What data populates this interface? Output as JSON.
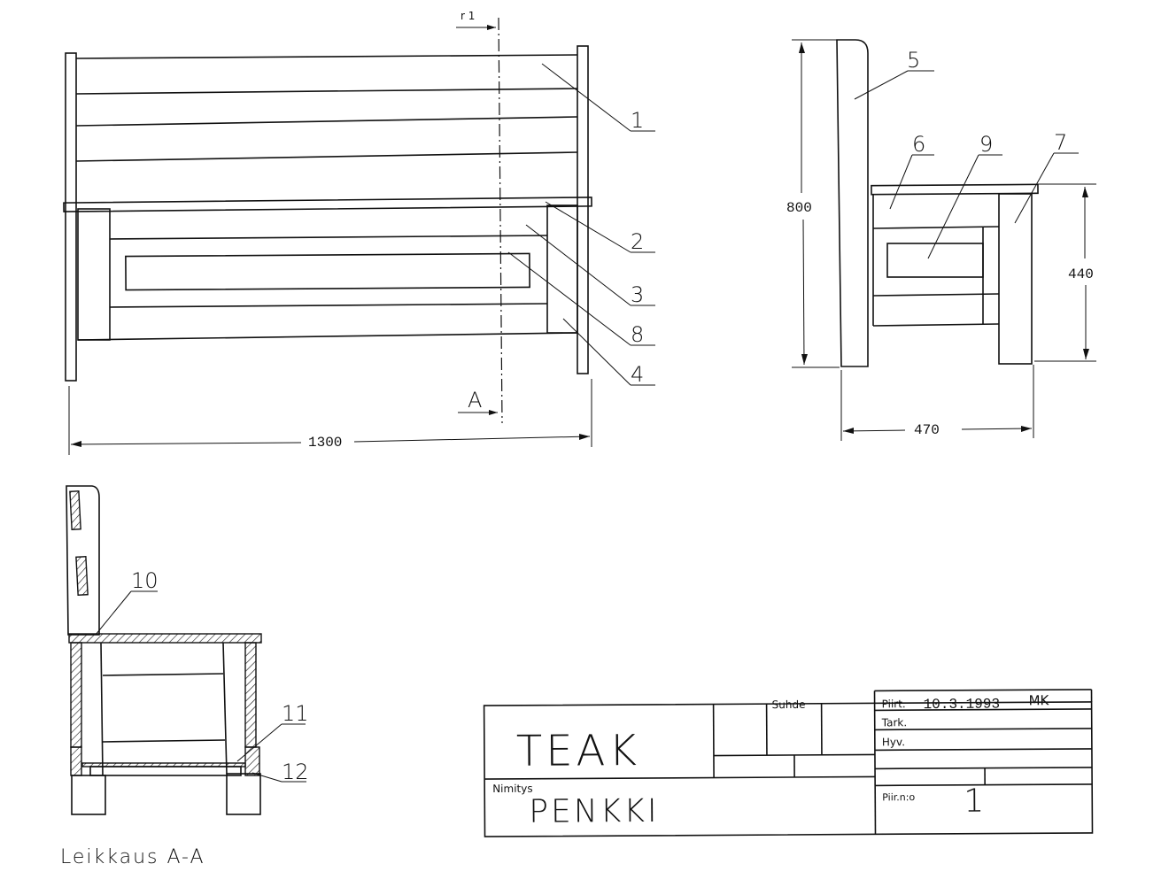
{
  "front_view": {
    "callouts": [
      "1",
      "2",
      "3",
      "8",
      "4"
    ],
    "section_marker": "A",
    "section_marker_top": "r 1",
    "width_dimension": "1300"
  },
  "side_view": {
    "callouts": [
      "5",
      "6",
      "9",
      "7"
    ],
    "height_dimension": "800",
    "seat_height_dimension": "440",
    "depth_dimension": "470"
  },
  "section_view": {
    "callouts": [
      "10",
      "11",
      "12"
    ],
    "caption": "Leikkaus A-A"
  },
  "title_block": {
    "material": "TEAK",
    "scale_label": "Suhde",
    "drawn_label": "Piirt.",
    "drawn_date": "10.3.1993",
    "drawn_by": "MK",
    "checked_label": "Tark.",
    "approved_label": "Hyv.",
    "name_label": "Nimitys",
    "name": "PENKKI",
    "drawing_no_label": "Piir.n:o",
    "drawing_no": "1"
  }
}
